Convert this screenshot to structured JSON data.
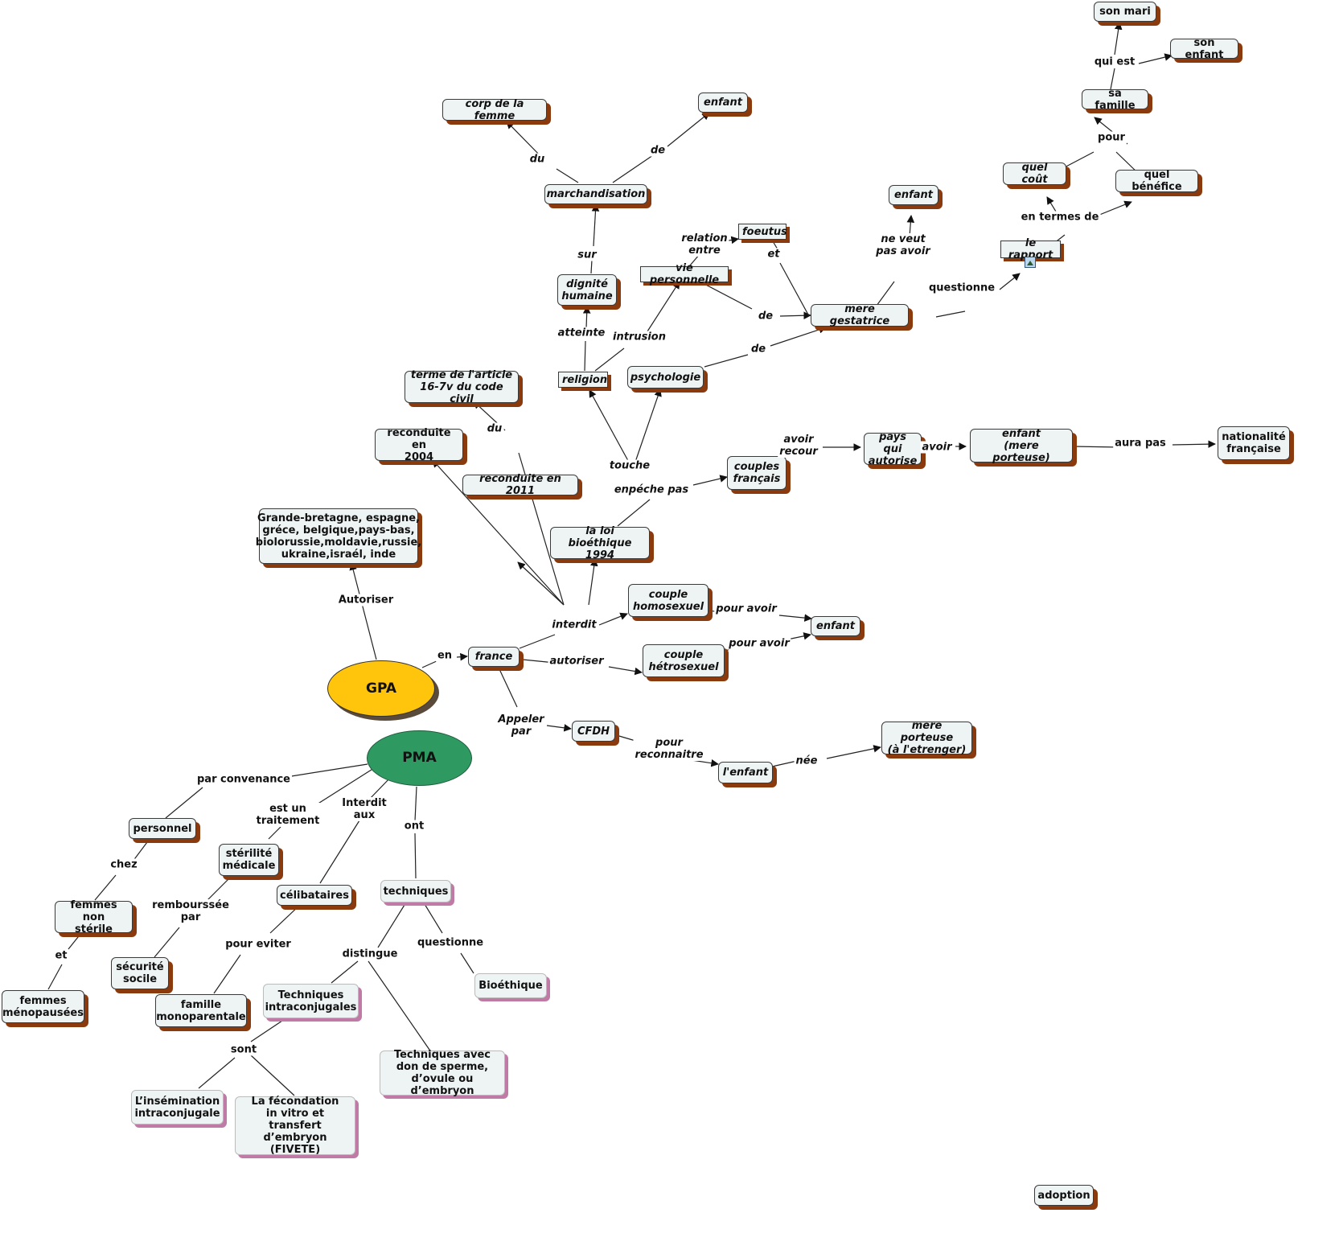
{
  "nodes": {
    "son_mari": "son mari",
    "son_enfant": "son enfant",
    "sa_famille": "sa famille",
    "quel_cout": "quel coût",
    "quel_benefice": "quel bénéfice",
    "le_rapport": "le rapport",
    "enfant_top": "enfant",
    "corp_femme": "corp de la femme",
    "enfant_march": "enfant",
    "marchandisation": "marchandisation",
    "foeutus": "foeutus",
    "vie_perso": "vie personnelle",
    "dignite": "dignité\nhumaine",
    "mere_gestatrice": "mere gestatrice",
    "religion": "religion",
    "psychologie": "psychologie",
    "terme_article": "terme de l'article\n16-7v du code civil",
    "reconduite_2004": "reconduite en\n2004",
    "reconduite_2011": "reconduite en 2011",
    "couples_francais": "couples\nfrançais",
    "pays_autorise": "pays qui\nautorise",
    "enfant_mere_porteuse": "enfant\n(mere porteuse)",
    "nationalite": "nationalité\nfrançaise",
    "pays_list": "Grande-bretagne, espagne,\ngréce, belgique,pays-bas,\nbiolorussie,moldavie,russie,\nukraine,israél, inde",
    "loi_bioethique": "la loi bioéthique\n1994",
    "couple_homo": "couple\nhomosexuel",
    "enfant_couple": "enfant",
    "france": "france",
    "couple_hetero": "couple\nhétrosexuel",
    "gpa": "GPA",
    "cfdh": "CFDH",
    "mere_porteuse_etr": "mere porteuse\n(à l'etrenger)",
    "lenfant": "l'enfant",
    "pma": "PMA",
    "personnel": "personnel",
    "sterilite": "stérilité\nmédicale",
    "celibataires": "célibataires",
    "techniques": "techniques",
    "femmes_non_sterile": "femmes non\nstérile",
    "securite_sociale": "sécurité\nsocile",
    "bioethique": "Bioéthique",
    "femmes_menopausees": "femmes\nménopausées",
    "famille_mono": "famille\nmonoparentale",
    "tech_intra": "Techniques\nintraconjugales",
    "tech_don": "Techniques avec\ndon de sperme,\nd’ovule ou d’embryon",
    "insemination": "L’insémination\nintraconjugale",
    "fivete": "La fécondation\nin vitro et\ntransfert\nd’embryon (FIVETE)",
    "adoption": "adoption"
  },
  "labels": {
    "qui_est": "qui est",
    "pour_famille": "pour",
    "en_termes_de": "en termes de",
    "questionne_rapport": "questionne",
    "ne_veut": "ne veut\npas avoir",
    "du": "du",
    "de_march": "de",
    "sur": "sur",
    "relation_entre": "relation\nentre",
    "et_foeutus": "et",
    "de_vie": "de",
    "atteinte": "atteinte",
    "intrusion": "intrusion",
    "de_psy": "de",
    "du_article": "du",
    "touche": "touche",
    "enpeche": "enpéche pas",
    "avoir_recour": "avoir\nrecour",
    "avoir": "avoir",
    "aura_pas": "aura pas",
    "autoriser_gpa": "Autoriser",
    "interdit": "interdit",
    "pour_avoir_1": "pour avoir",
    "pour_avoir_2": "pour avoir",
    "en": "en",
    "autoriser_fr": "autoriser",
    "appeler_par": "Appeler\npar",
    "pour_reconnaitre": "pour\nreconnaitre",
    "nee": "née",
    "par_convenance": "par convenance",
    "est_traitement": "est un\ntraitement",
    "interdit_aux": "Interdit\naux",
    "ont": "ont",
    "chez": "chez",
    "remboursee": "rembourssée\npar",
    "pour_eviter": "pour eviter",
    "distingue": "distingue",
    "questionne_tech": "questionne",
    "et_femmes": "et",
    "sont": "sont"
  }
}
